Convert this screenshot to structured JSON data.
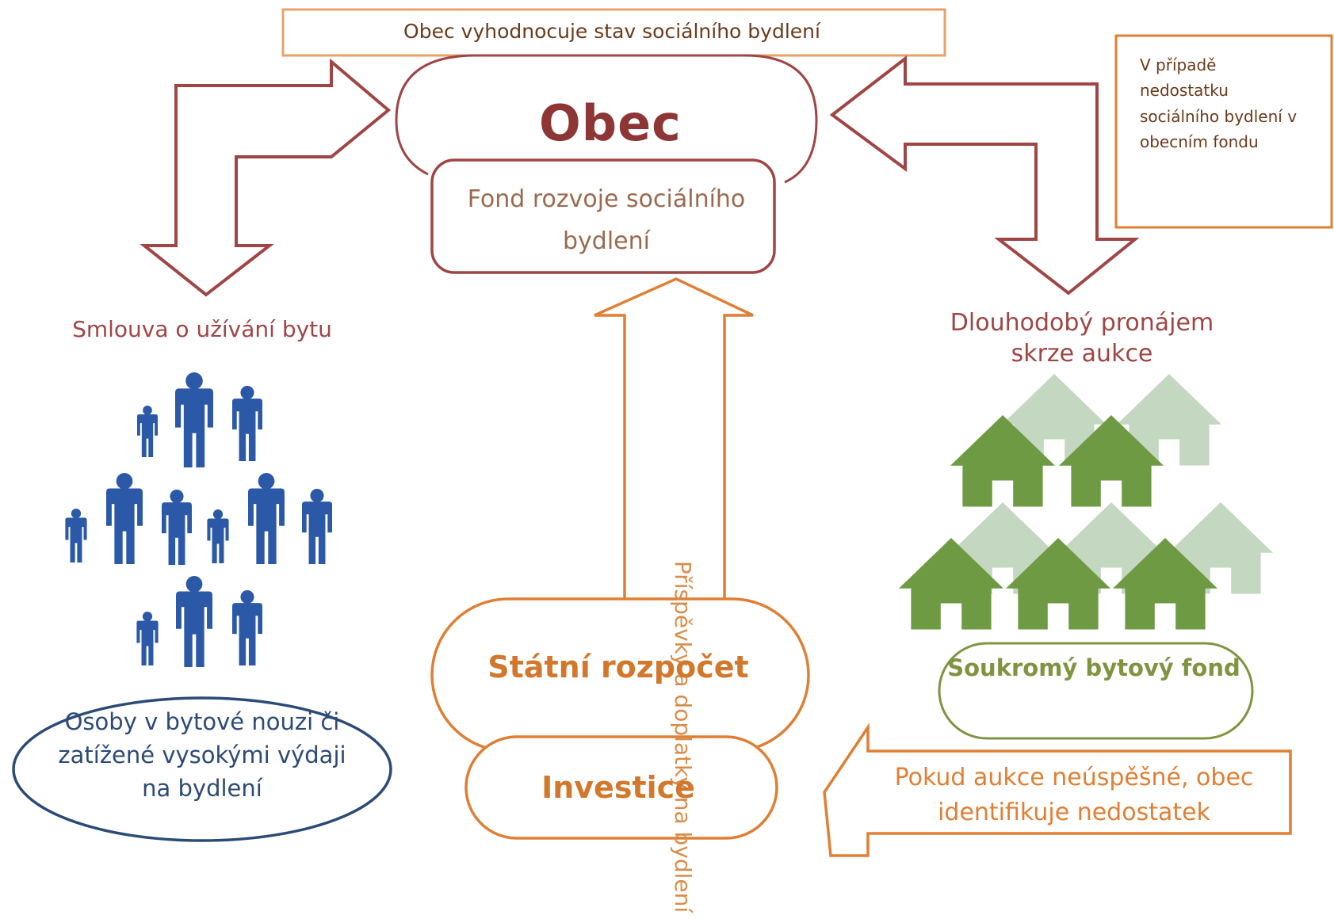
{
  "banner": {
    "text": "Obec vyhodnocuje stav sociálního bydlení"
  },
  "obec": {
    "title": "Obec",
    "fund": "Fond rozvoje sociálního bydlení"
  },
  "shortage_note": {
    "text": "V případě nedostatku sociálního bydlení v obecním fondu"
  },
  "left": {
    "contract": "Smlouva o užívání bytu",
    "persons": "Osoby v bytové nouzi či zatížené vysokými výdaji na bydlení"
  },
  "center": {
    "contributions": "Příspěvky a doplatky na bydlení",
    "state_budget": "Státní rozpočet",
    "investment": "Investice"
  },
  "right": {
    "lease": "Dlouhodobý pronájem skrze aukce",
    "private_fund": "Soukromý bytový fond",
    "auction_fail": "Pokud aukce neúspěšné, obec identifikuje nedostatek"
  },
  "icons": {
    "people": "people-icon",
    "houses": "house-icon"
  },
  "colors": {
    "red": "#a04545",
    "orange": "#e07f34",
    "blue": "#2b4a76",
    "green": "#7e9440",
    "people": "#2b59a8",
    "house_dark": "#6f9a44",
    "house_light": "#c4d7c0"
  }
}
